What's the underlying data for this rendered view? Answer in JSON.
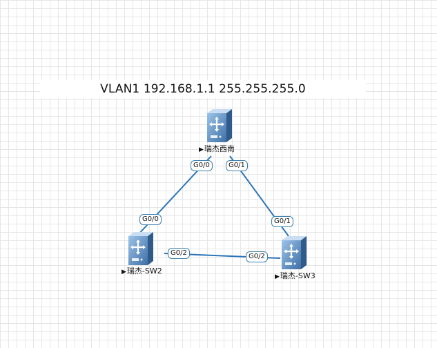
{
  "title": "VLAN1 192.168.1.1 255.255.255.0",
  "colors": {
    "link": "#2b74b8",
    "port_border": "#3a7fae",
    "device_body": "#5d8fc7"
  },
  "devices": {
    "top": {
      "label": "瑞杰西南",
      "icon": "switch-icon"
    },
    "left": {
      "label": "瑞杰-SW2",
      "icon": "switch-icon"
    },
    "right": {
      "label": "瑞杰-SW3",
      "icon": "switch-icon"
    }
  },
  "links": {
    "top_left": {
      "a": "G0/0",
      "b": "G0/0"
    },
    "top_right": {
      "a": "G0/1",
      "b": "G0/1"
    },
    "left_right": {
      "a": "G0/2",
      "b": "G0/2"
    }
  }
}
